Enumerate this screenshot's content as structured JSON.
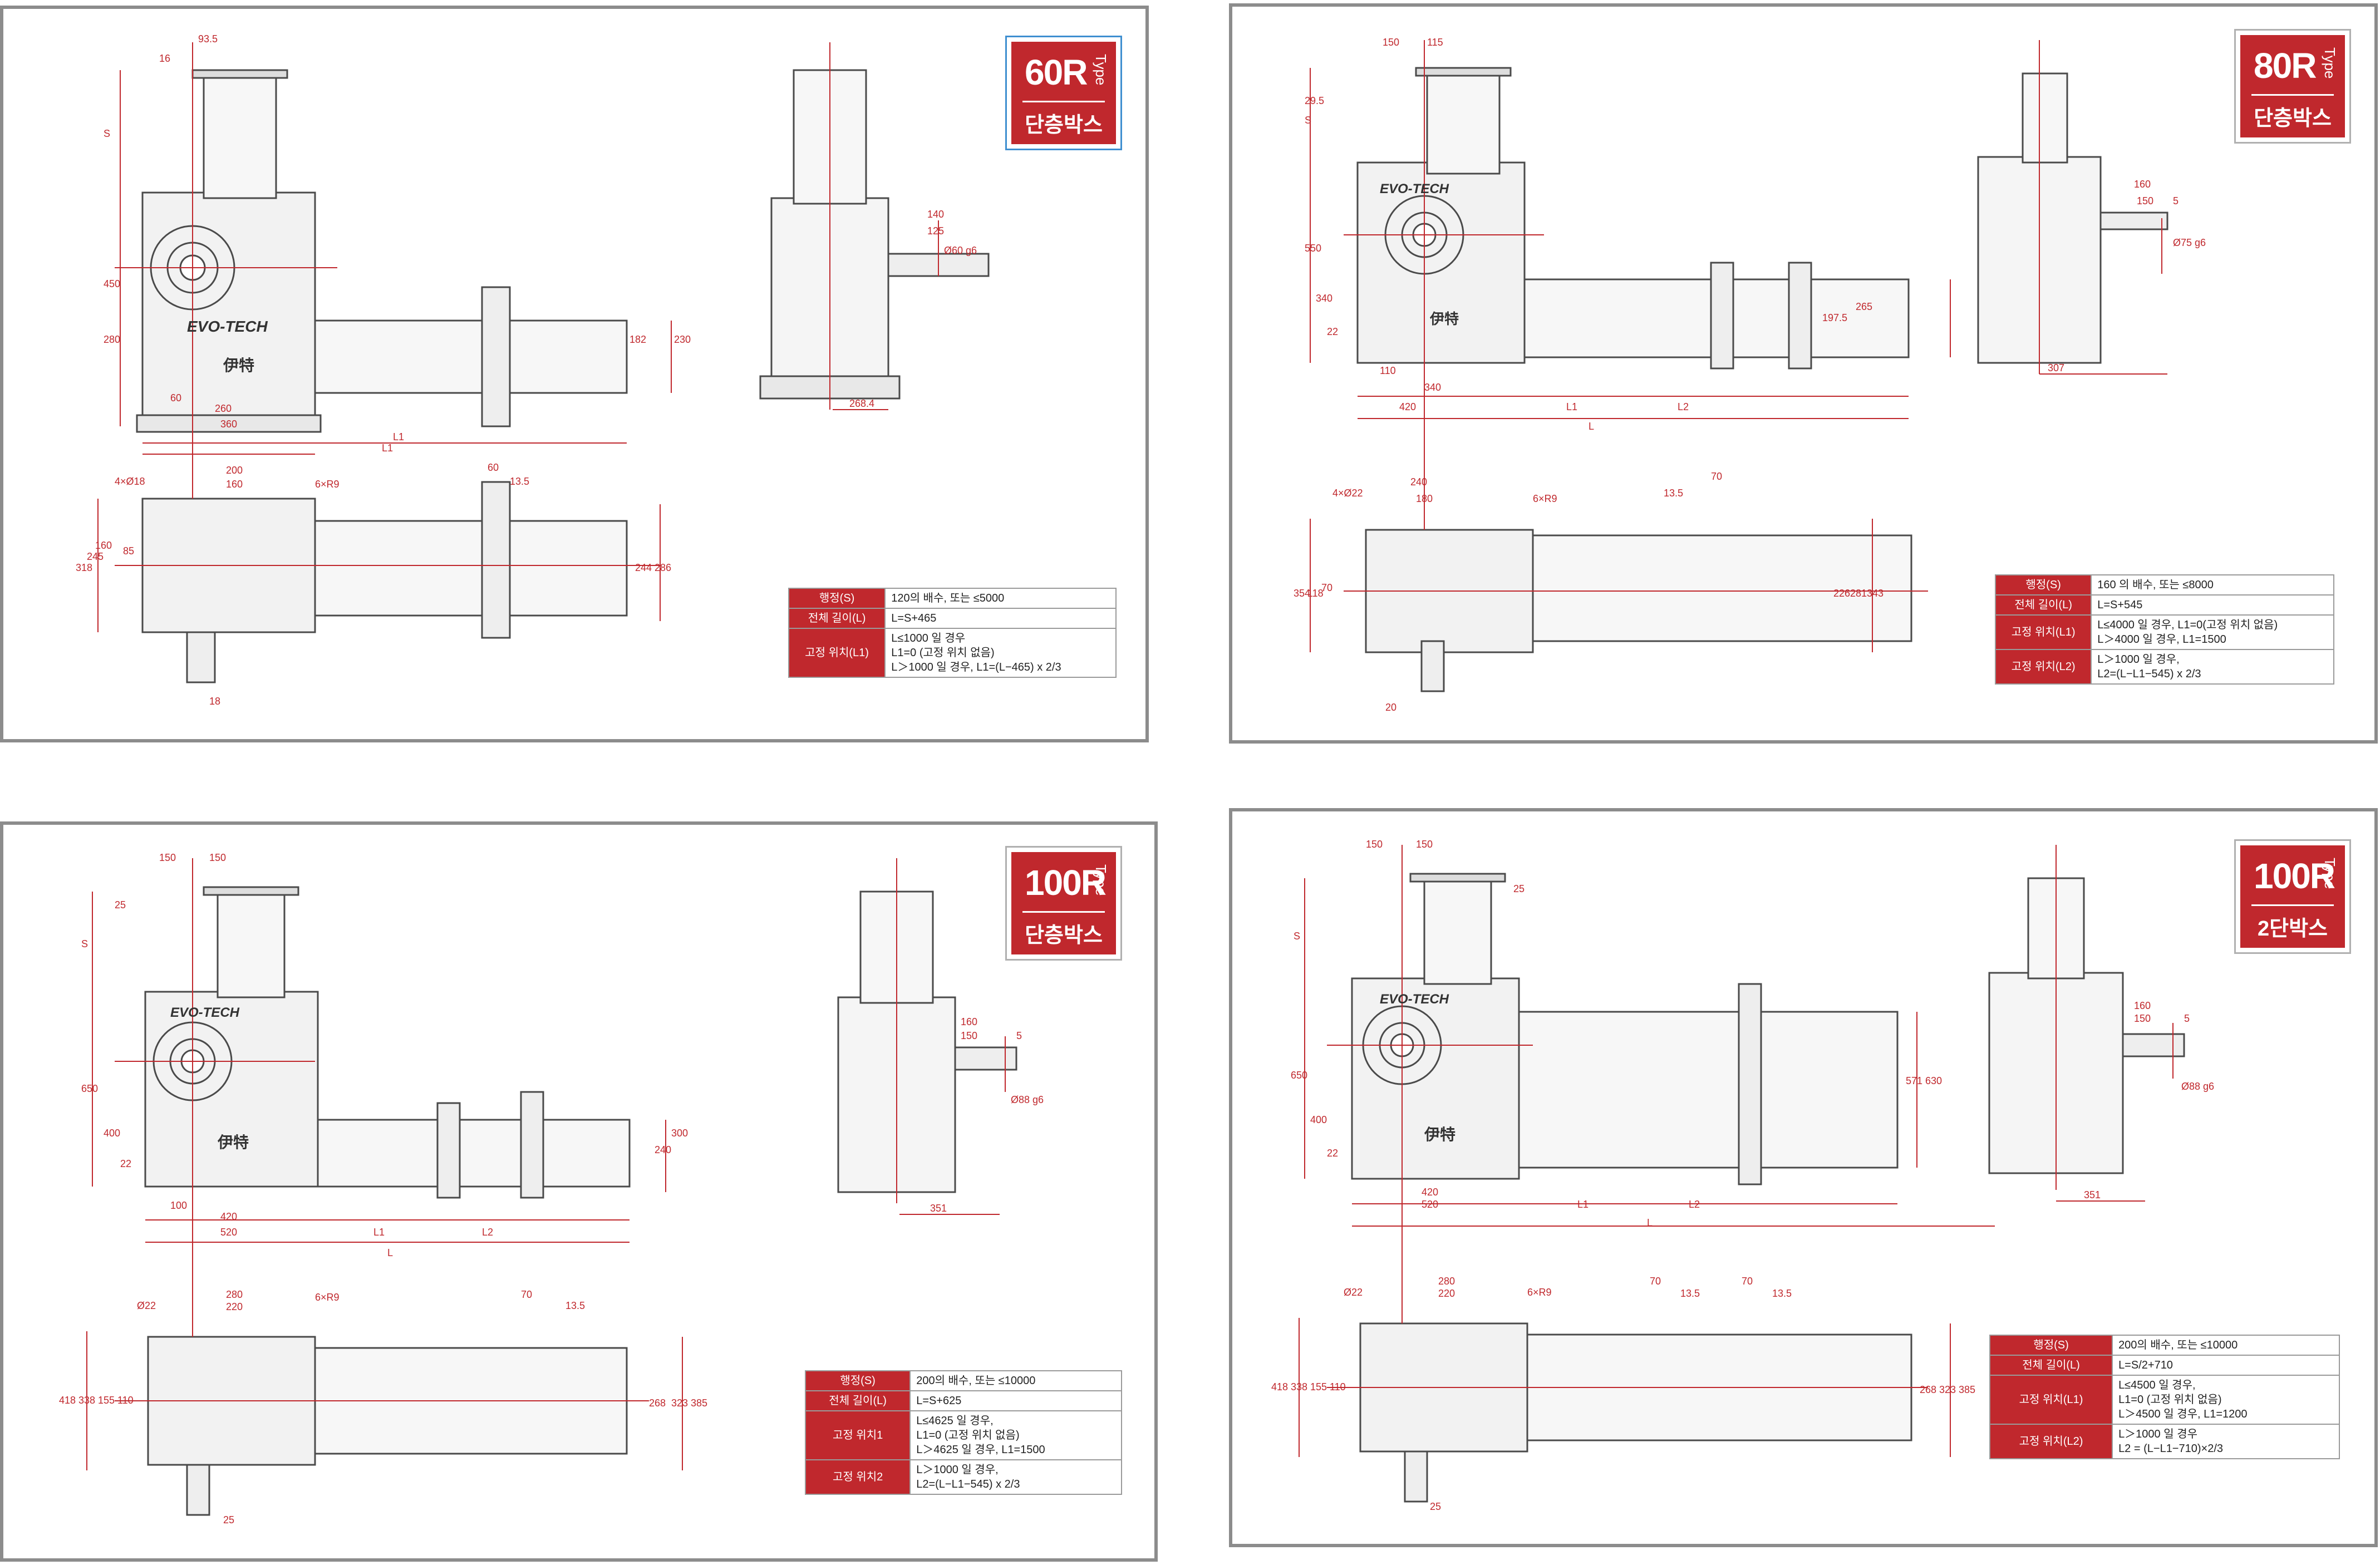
{
  "colors": {
    "accent": "#c0282d",
    "line": "#4a4a4a",
    "frame": "#8c8c8c",
    "badge_blue": "#3f8fd0"
  },
  "sheets": [
    {
      "badge": {
        "model": "60R",
        "type": "Type",
        "kind": "단층박스"
      },
      "brand": "EVO-TECH",
      "logo_text": "伊特",
      "dims": {
        "d1": "93.5",
        "d2": "16",
        "d3": "S",
        "d4": "450",
        "d5": "280",
        "d6": "60",
        "d7": "260",
        "d8": "360",
        "d9": "L1",
        "d10": "L1",
        "d11": "182",
        "d12": "230",
        "d13": "140",
        "d14": "125",
        "d15": "Ø60 g6",
        "d16": "268.4",
        "d17": "4×Ø18",
        "d18": "200",
        "d19": "160",
        "d20": "6×R9",
        "d21": "60",
        "d22": "13.5",
        "d23": "318",
        "d24": "245",
        "d25": "160",
        "d26": "85",
        "d27": "244",
        "d28": "286",
        "d29": "18"
      },
      "spec": [
        {
          "key": "행정(S)",
          "lines": [
            "120의 배수, 또는 ≤5000"
          ]
        },
        {
          "key": "전체 길이(L)",
          "lines": [
            "L=S+465"
          ]
        },
        {
          "key": "고정 위치(L1)",
          "lines": [
            "L≤1000 일 경우",
            "L1=0 (고정 위치 없음)",
            "L＞1000 일 경우, L1=(L−465) x 2/3"
          ]
        }
      ]
    },
    {
      "badge": {
        "model": "80R",
        "type": "Type",
        "kind": "단층박스"
      },
      "brand": "EVO-TECH",
      "logo_text": "伊特",
      "dims": {
        "d1": "150",
        "d2": "115",
        "d3": "29.5",
        "d4": "S",
        "d5": "550",
        "d6": "340",
        "d7": "22",
        "d8": "110",
        "d9": "340",
        "d10": "420",
        "d11": "L1",
        "d12": "L2",
        "d13": "L",
        "d14": "197.5",
        "d15": "265",
        "d16": "160",
        "d17": "150",
        "d18": "5",
        "d19": "Ø75 g6",
        "d20": "307",
        "d21": "4×Ø22",
        "d22": "240",
        "d23": "180",
        "d24": "6×R9",
        "d25": "70",
        "d26": "13.5",
        "d27": "354",
        "d28": "118",
        "d29": "70",
        "d30": "226",
        "d31": "281",
        "d32": "343",
        "d33": "20"
      },
      "spec": [
        {
          "key": "행정(S)",
          "lines": [
            "160 의 배수, 또는 ≤8000"
          ]
        },
        {
          "key": "전체 길이(L)",
          "lines": [
            "L=S+545"
          ]
        },
        {
          "key": "고정 위치(L1)",
          "lines": [
            "L≤4000 일 경우, L1=0(고정 위치 없음)",
            "L＞4000 일 경우, L1=1500"
          ]
        },
        {
          "key": "고정 위치(L2)",
          "lines": [
            "L＞1000 일 경우,",
            "L2=(L−L1−545) x 2/3"
          ]
        }
      ]
    },
    {
      "badge": {
        "model": "100R",
        "type": "Type",
        "kind": "단층박스"
      },
      "brand": "EVO-TECH",
      "logo_text": "伊特",
      "dims": {
        "d1": "150",
        "d2": "150",
        "d3": "25",
        "d4": "S",
        "d5": "650",
        "d6": "400",
        "d7": "22",
        "d8": "100",
        "d9": "420",
        "d10": "520",
        "d11": "L1",
        "d12": "L2",
        "d13": "L",
        "d14": "240",
        "d15": "300",
        "d16": "160",
        "d17": "150",
        "d18": "5",
        "d19": "Ø88 g6",
        "d20": "351",
        "d21": "Ø22",
        "d22": "280",
        "d23": "220",
        "d24": "6×R9",
        "d25": "70",
        "d26": "13.5",
        "d27": "418",
        "d28": "338",
        "d29": "155",
        "d30": "110",
        "d31": "268",
        "d32": "323",
        "d33": "385",
        "d34": "25"
      },
      "spec": [
        {
          "key": "행정(S)",
          "lines": [
            "200의 배수, 또는 ≤10000"
          ]
        },
        {
          "key": "전체 길이(L)",
          "lines": [
            "L=S+625"
          ]
        },
        {
          "key": "고정 위치1",
          "lines": [
            "L≤4625 일 경우,",
            "L1=0 (고정 위치 없음)",
            "L＞4625 일 경우, L1=1500"
          ]
        },
        {
          "key": "고정 위치2",
          "lines": [
            "L＞1000 일 경우,",
            "L2=(L−L1−545) x 2/3"
          ]
        }
      ]
    },
    {
      "badge": {
        "model": "100R",
        "type": "Type",
        "kind": "2단박스"
      },
      "brand": "EVO-TECH",
      "logo_text": "伊特",
      "dims": {
        "d1": "150",
        "d2": "150",
        "d3": "25",
        "d4": "S",
        "d5": "650",
        "d6": "400",
        "d7": "22",
        "d8": "420",
        "d9": "520",
        "d10": "L1",
        "d11": "L2",
        "d12": "L",
        "d13": "571",
        "d14": "630",
        "d15": "160",
        "d16": "150",
        "d17": "5",
        "d18": "Ø88 g6",
        "d19": "351",
        "d20": "Ø22",
        "d21": "280",
        "d22": "220",
        "d23": "6×R9",
        "d24": "70",
        "d25": "13.5",
        "d26": "70",
        "d27": "13.5",
        "d28": "418",
        "d29": "338",
        "d30": "155",
        "d31": "110",
        "d32": "268",
        "d33": "323",
        "d34": "385",
        "d35": "25"
      },
      "spec": [
        {
          "key": "행정(S)",
          "lines": [
            "200의 배수, 또는 ≤10000"
          ]
        },
        {
          "key": "전체 길이(L)",
          "lines": [
            "L=S/2+710"
          ]
        },
        {
          "key": "고정 위치(L1)",
          "lines": [
            "L≤4500 일 경우,",
            "L1=0 (고정 위치 없음)",
            "L＞4500 일 경우, L1=1200"
          ]
        },
        {
          "key": "고정 위치(L2)",
          "lines": [
            "L＞1000 일 경우",
            "L2 =  (L−L1−710)×2/3"
          ]
        }
      ]
    }
  ]
}
